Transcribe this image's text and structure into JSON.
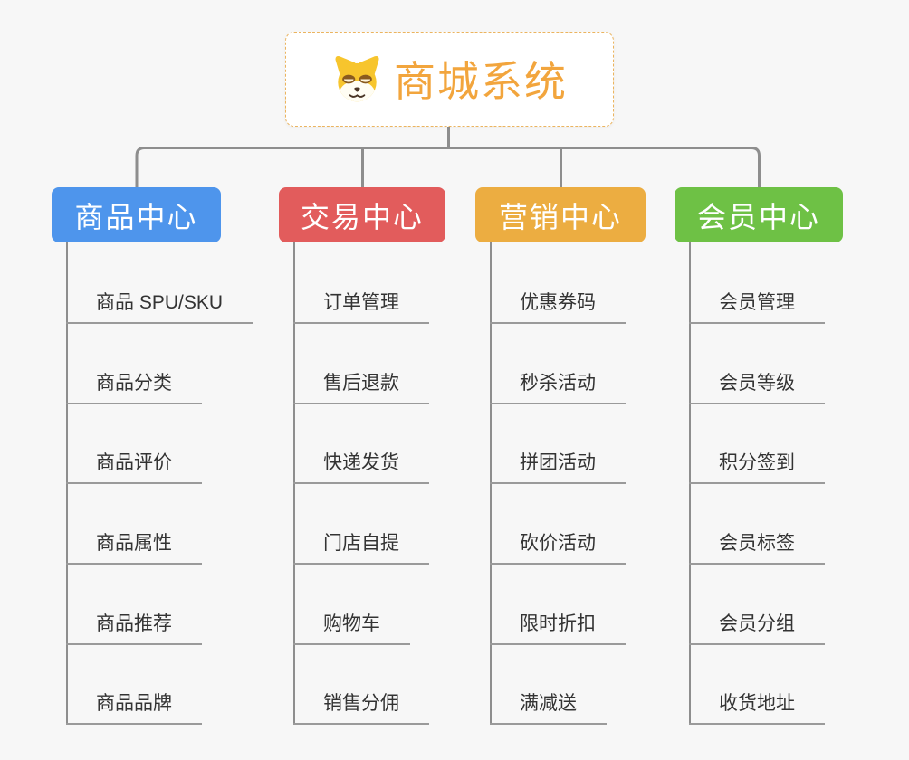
{
  "root": {
    "label": "商城系统",
    "icon": "dog-face-icon",
    "text_color": "#F2A53D",
    "border_color": "#EBB45F"
  },
  "branches": [
    {
      "label": "商品中心",
      "color": "#4E95EC",
      "items": [
        "商品 SPU/SKU",
        "商品分类",
        "商品评价",
        "商品属性",
        "商品推荐",
        "商品品牌"
      ]
    },
    {
      "label": "交易中心",
      "color": "#E25C5C",
      "items": [
        "订单管理",
        "售后退款",
        "快递发货",
        "门店自提",
        "购物车",
        "销售分佣"
      ]
    },
    {
      "label": "营销中心",
      "color": "#ECAD41",
      "items": [
        "优惠券码",
        "秒杀活动",
        "拼团活动",
        "砍价活动",
        "限时折扣",
        "满减送"
      ]
    },
    {
      "label": "会员中心",
      "color": "#6EC145",
      "items": [
        "会员管理",
        "会员等级",
        "积分签到",
        "会员标签",
        "会员分组",
        "收货地址"
      ]
    }
  ],
  "colors": {
    "background": "#F7F7F7",
    "connector": "#8E8E8E",
    "item_line": "#9A9A9A",
    "item_text": "#333333",
    "header_text": "#FFFFFF"
  }
}
